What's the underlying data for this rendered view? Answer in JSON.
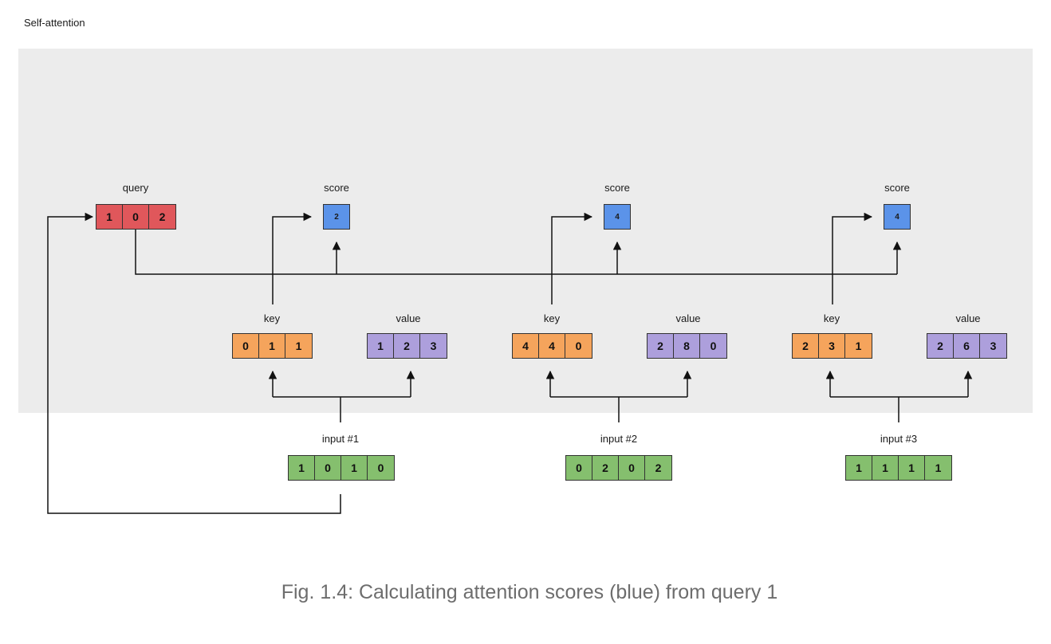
{
  "frame": {
    "title": "Self-attention"
  },
  "query": {
    "label": "query",
    "values": [
      "1",
      "0",
      "2"
    ]
  },
  "scores": [
    {
      "label": "score",
      "value": "2"
    },
    {
      "label": "score",
      "value": "4"
    },
    {
      "label": "score",
      "value": "4"
    }
  ],
  "groups": [
    {
      "key": {
        "label": "key",
        "values": [
          "0",
          "1",
          "1"
        ]
      },
      "value": {
        "label": "value",
        "values": [
          "1",
          "2",
          "3"
        ]
      },
      "input": {
        "label": "input #1",
        "values": [
          "1",
          "0",
          "1",
          "0"
        ]
      }
    },
    {
      "key": {
        "label": "key",
        "values": [
          "4",
          "4",
          "0"
        ]
      },
      "value": {
        "label": "value",
        "values": [
          "2",
          "8",
          "0"
        ]
      },
      "input": {
        "label": "input #2",
        "values": [
          "0",
          "2",
          "0",
          "2"
        ]
      }
    },
    {
      "key": {
        "label": "key",
        "values": [
          "2",
          "3",
          "1"
        ]
      },
      "value": {
        "label": "value",
        "values": [
          "2",
          "6",
          "3"
        ]
      },
      "input": {
        "label": "input #3",
        "values": [
          "1",
          "1",
          "1",
          "1"
        ]
      }
    }
  ],
  "caption": "Fig. 1.4: Calculating attention scores (blue) from query 1",
  "colors": {
    "query": "#e0575b",
    "key": "#f5a45c",
    "value": "#ad9fdc",
    "input": "#85bf6e",
    "score": "#5b93e9",
    "panel": "#ececec"
  }
}
